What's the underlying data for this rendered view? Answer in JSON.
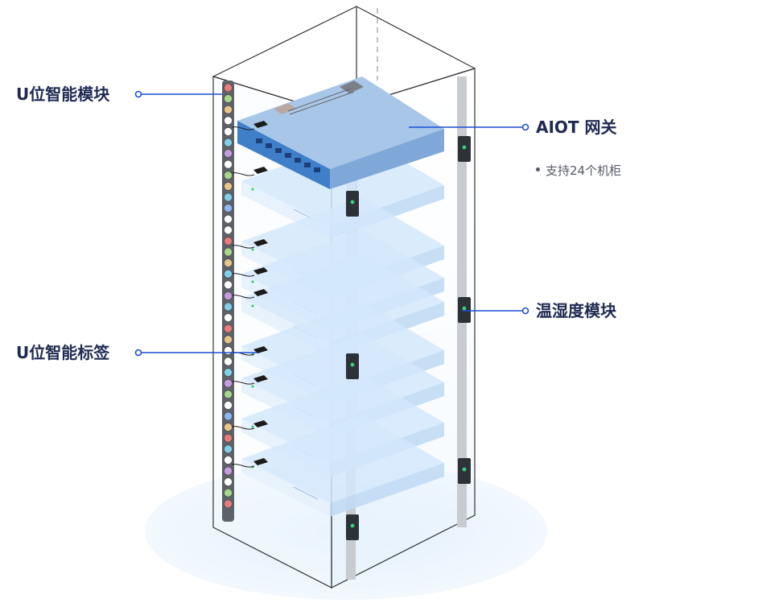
{
  "callouts": {
    "u_module": "U位智能模块",
    "u_tag": "U位智能标签",
    "gateway": "AIOT 网关",
    "gateway_note": "支持24个机柜",
    "th_module": "温湿度模块"
  },
  "colors": {
    "accent": "#1a4fd6",
    "label_text": "#1f2a52",
    "note_text": "#555b66",
    "switch_top": "#a8c6e8",
    "switch_front": "#3f7fc9",
    "server_fill": "#d4e8fb",
    "floor_glow": "#e8f3fd"
  },
  "leds": [
    "#e87b7b",
    "#a7d78a",
    "#e8c58a",
    "#fff",
    "#fff",
    "#7fd0e8",
    "#c79be0",
    "#fff",
    "#a7d78a",
    "#e8c58a",
    "#7fd0e8",
    "#8fb8f0",
    "#fff",
    "#fff",
    "#e87b7b",
    "#a7d78a",
    "#e8c58a",
    "#7fd0e8",
    "#fff",
    "#c79be0",
    "#7fd0e8",
    "#fff",
    "#e87b7b",
    "#e8c58a",
    "#fff",
    "#fff",
    "#7fd0e8",
    "#c79be0",
    "#a7d78a",
    "#fff",
    "#8fb8f0",
    "#e8c58a",
    "#e87b7b",
    "#7fd0e8",
    "#fff",
    "#c79be0",
    "#fff",
    "#a7d78a",
    "#e87b7b"
  ]
}
